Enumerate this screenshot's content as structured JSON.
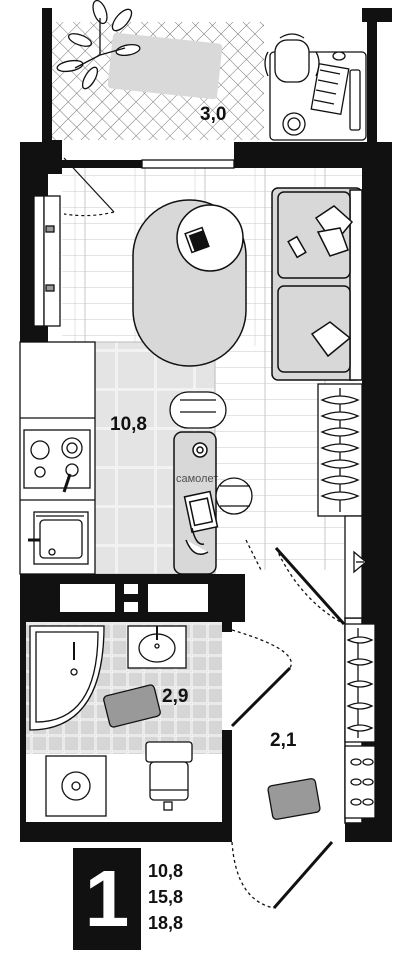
{
  "rooms": {
    "balcony": {
      "area": "3,0"
    },
    "living": {
      "area": "10,8"
    },
    "bathroom": {
      "area": "2,9"
    },
    "hall": {
      "area": "2,1"
    }
  },
  "legend": {
    "rooms_count": "1",
    "areas": [
      "10,8",
      "15,8",
      "18,8"
    ]
  },
  "watermark": "самолет",
  "colors": {
    "wall": "#111111",
    "floor_tile": "#e3e3e3",
    "bath_tile": "#d4d4d4",
    "furniture": "#d8d8d8"
  }
}
